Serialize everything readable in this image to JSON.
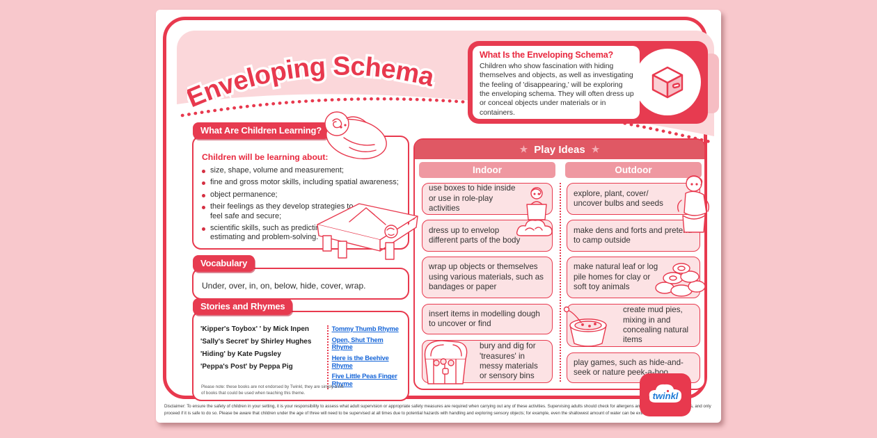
{
  "title": "Enveloping Schema",
  "colors": {
    "accent_red": "#e8394e",
    "badge_red": "#e73b50",
    "header_pink": "#fbd7da",
    "card_pink": "#fce2e4",
    "play_header_red": "#e05864",
    "column_pill_pink": "#ef98a1",
    "link_blue": "#1565d8",
    "background_pink": "#f8c8cc"
  },
  "what_is_box": {
    "heading": "What Is the Enveloping Schema?",
    "body": "Children who show fascination with hiding themselves and objects, as well as investigating the feeling of 'disappearing,' will be exploring the enveloping schema. They will often dress up or conceal objects under materials or in containers.",
    "icon": "box-icon"
  },
  "learning": {
    "badge": "What Are Children Learning?",
    "intro": "Children will be learning about:",
    "bullets": [
      "size, shape, volume and measurement;",
      "fine and gross motor skills, including spatial awareness;",
      "object permanence;",
      "their feelings as they develop strategies to feel safe and secure;",
      "scientific skills, such as predicting, estimating and problem-solving."
    ]
  },
  "vocabulary": {
    "badge": "Vocabulary",
    "words": "Under, over, in, on, below, hide, cover, wrap."
  },
  "stories": {
    "badge": "Stories and Rhymes",
    "books": [
      "'Kipper's Toybox' ' by Mick Inpen",
      "'Sally's Secret' by Shirley Hughes",
      "'Hiding' by Kate Pugsley",
      "'Peppa's Post' by Peppa Pig"
    ],
    "rhyme_links": [
      "Tommy Thumb Rhyme",
      "Open, Shut Them Rhyme",
      "Here is the Beehive Rhyme",
      "Five Little Peas Finger Rhyme"
    ],
    "note": "Please note: these books are not endorsed by Twinkl, they are simply a list of books that could be used when teaching this theme."
  },
  "play_ideas": {
    "heading": "Play Ideas",
    "star": "★",
    "columns": [
      {
        "label": "Indoor",
        "cards": [
          "use boxes to hide inside or use in role-play activities",
          "dress up to envelop different parts of the body",
          "wrap up objects or themselves using various materials, such as bandages or paper",
          "insert items in modelling dough to uncover or find",
          "bury and dig for 'treasures' in messy materials or sensory bins"
        ]
      },
      {
        "label": "Outdoor",
        "cards": [
          "explore, plant, cover/ uncover bulbs and seeds",
          "make dens and forts and pretend to camp outside",
          "make natural leaf or log pile homes for clay or soft toy animals",
          "create mud pies, mixing in and concealing natural items",
          "play games, such as hide-and-seek or nature peek-a-boo"
        ]
      }
    ]
  },
  "footer": {
    "logo_text": "twinkl",
    "disclaimer": "Disclaimer: To ensure the safety of children in your setting, it is your responsibility to assess what adult supervision or appropriate safety measures are required when carrying out any of these activities. Supervising adults should check for allergens and assess any potential risks, and only proceed if it is safe to do so. Please be aware that children under the age of three will need to be supervised at all times due to potential hazards with handling and exploring sensory objects; for example, even the shallowest amount of water can be extremely dangerous."
  }
}
